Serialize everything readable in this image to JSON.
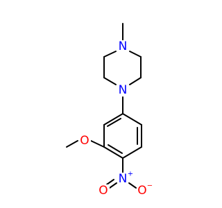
{
  "molecule": {
    "atoms": {
      "n_methyl": {
        "label": "N",
        "color": "#0000ff"
      },
      "n_aryl": {
        "label": "N",
        "color": "#0000ff"
      },
      "o_methoxy": {
        "label": "O",
        "color": "#ff0000"
      },
      "n_nitro": {
        "label": "N",
        "color": "#0000ff",
        "charge": "+"
      },
      "o_nitro_left": {
        "label": "O",
        "color": "#ff0000"
      },
      "o_nitro_right": {
        "label": "O",
        "color": "#ff0000",
        "charge": "−"
      }
    }
  }
}
